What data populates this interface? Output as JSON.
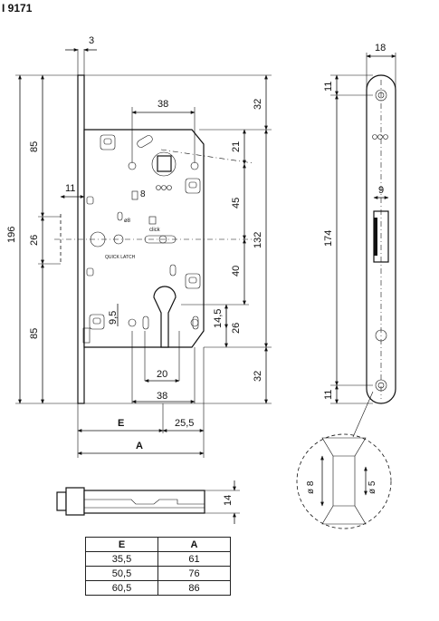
{
  "title": "I 9171",
  "front_view": {
    "dims": {
      "faceplate_thickness": "3",
      "latch_to_follower": "38",
      "top_to_follower": "32",
      "follower_to_latch_right": "21",
      "follower_to_latch": "45",
      "latch_to_cylinder": "40",
      "left_upper": "85",
      "left_lower": "85",
      "overall_height": "196",
      "backset_gap": "26",
      "body_height": "132",
      "cylinder_total": "26",
      "cylinder_upper": "14,5",
      "bottom_margin": "32",
      "latch_projection": "11",
      "tongue": "8",
      "cylinder_radius": "9,5",
      "cylinder_width": "20",
      "bottom_width": "38",
      "e_label": "E",
      "backset": "25,5",
      "a_label": "A"
    },
    "latch_labels": {
      "quick": "QUICK LATCH",
      "click": "click",
      "diameter": "ø8"
    }
  },
  "side_view": {
    "dims": {
      "width": "18",
      "top": "11",
      "height": "174",
      "slot": "9",
      "bottom": "11"
    },
    "detail": {
      "outer_diameter": "ø 8",
      "inner_diameter": "ø 5"
    }
  },
  "bottom_view": {
    "dims": {
      "thickness": "14"
    }
  },
  "table": {
    "headers": [
      "E",
      "A"
    ],
    "rows": [
      [
        "35,5",
        "61"
      ],
      [
        "50,5",
        "76"
      ],
      [
        "60,5",
        "86"
      ]
    ]
  }
}
